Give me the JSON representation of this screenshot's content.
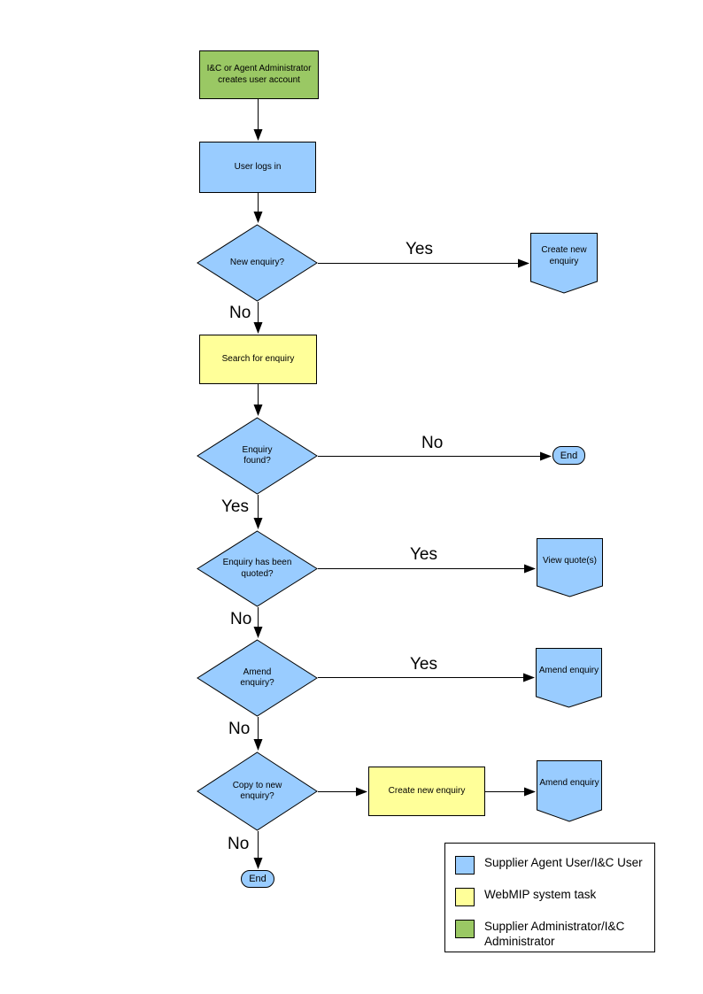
{
  "colors": {
    "actor_blue": "#99CCFF",
    "system_yellow": "#FFFF99",
    "admin_green": "#9AC864",
    "line_black": "#000000"
  },
  "nodes": [
    {
      "id": "admin-creates-account",
      "type": "process",
      "role": "admin",
      "label": "I&C or Agent Administrator creates user account"
    },
    {
      "id": "user-logs-in",
      "type": "process",
      "role": "user",
      "label": "User logs in"
    },
    {
      "id": "new-enquiry",
      "type": "decision",
      "label": "New enquiry?"
    },
    {
      "id": "create-new-enquiry-offpage",
      "type": "offpage",
      "label": "Create new enquiry"
    },
    {
      "id": "search-for-enquiry",
      "type": "process",
      "role": "system",
      "label": "Search for enquiry"
    },
    {
      "id": "enquiry-found",
      "type": "decision",
      "label": "Enquiry found?"
    },
    {
      "id": "end-1",
      "type": "terminator",
      "label": "End"
    },
    {
      "id": "enquiry-has-been-quoted",
      "type": "decision",
      "label": "Enquiry has been quoted?"
    },
    {
      "id": "view-quotes",
      "type": "offpage",
      "label": "View quote(s)"
    },
    {
      "id": "amend-enquiry-decision",
      "type": "decision",
      "label": "Amend enquiry?"
    },
    {
      "id": "amend-enquiry-1",
      "type": "offpage",
      "label": "Amend enquiry"
    },
    {
      "id": "copy-to-new-enquiry",
      "type": "decision",
      "label": "Copy to new enquiry?"
    },
    {
      "id": "create-new-enquiry-task",
      "type": "process",
      "role": "system",
      "label": "Create new enquiry"
    },
    {
      "id": "amend-enquiry-2",
      "type": "offpage",
      "label": "Amend enquiry"
    },
    {
      "id": "end-2",
      "type": "terminator",
      "label": "End"
    }
  ],
  "edge_labels": [
    "Yes",
    "No",
    "No",
    "Yes",
    "Yes",
    "No",
    "Yes",
    "No",
    "No"
  ],
  "legend": {
    "items": [
      {
        "swatch_color_key": "actor_blue",
        "label": "Supplier Agent User/I&C User"
      },
      {
        "swatch_color_key": "system_yellow",
        "label": "WebMIP system task"
      },
      {
        "swatch_color_key": "admin_green",
        "label": "Supplier Administrator/I&C Administrator"
      }
    ]
  }
}
